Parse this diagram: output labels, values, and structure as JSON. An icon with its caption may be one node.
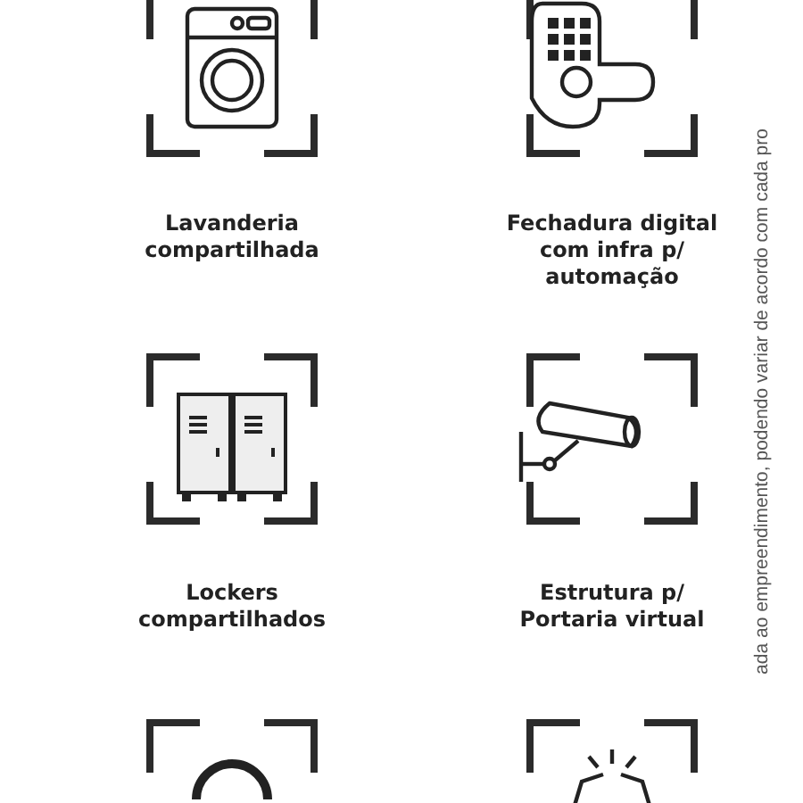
{
  "diagram": {
    "labels": [
      "Lavanderia compartilhada",
      "Fechadura digital com infra p/ automação",
      "Lockers compartilhados",
      "Estrutura p/ Portaria virtual",
      "ada ao empreendimento, podendo variar de acordo com cada pro"
    ]
  }
}
